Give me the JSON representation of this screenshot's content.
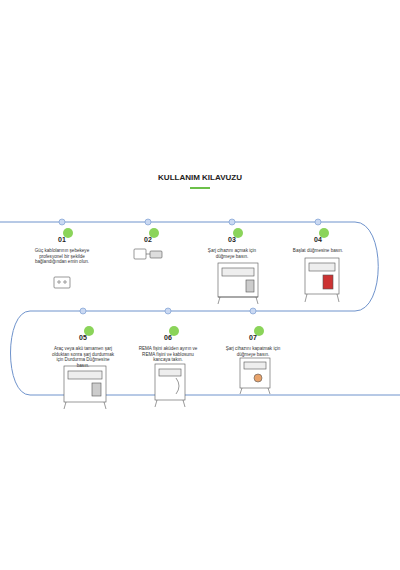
{
  "diagram": {
    "title": "KULLANIM KILAVUZU",
    "nodes": [
      {
        "text": [
          "01",
          "Güç kablolarının şebekeye profesyonel bir şekilde bağlandığından emin olun."
        ]
      },
      {
        "text": [
          "02"
        ]
      },
      {
        "text": [
          "03",
          "Şarj cihazını açmak için düğmeye basın."
        ]
      },
      {
        "text": [
          "04",
          "Başlat düğmesine basın."
        ]
      },
      {
        "text": [
          "05",
          "Araç veya akü tamamen şarj olduktan sonra şarj durdurmak için Durdurma Düğmesine basın."
        ]
      },
      {
        "text": [
          "06",
          "REMA fişini aküden ayırın ve REMA fişini ve kablosunu kancaya takın."
        ]
      },
      {
        "text": [
          "07",
          "Şarj cihazını kapatmak için düğmeye basın."
        ]
      }
    ]
  }
}
